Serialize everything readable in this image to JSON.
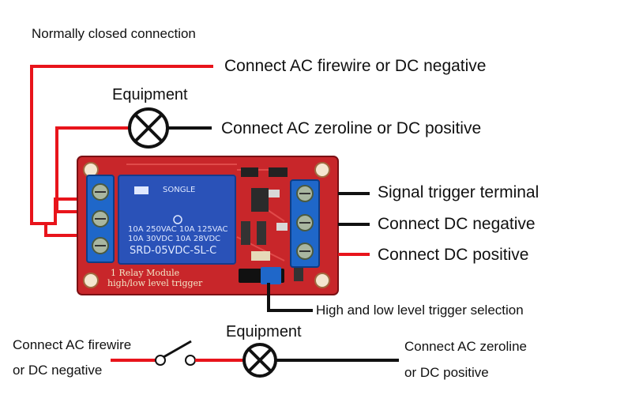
{
  "labels": {
    "normally_closed": "Normally closed connection",
    "ac_firewire_top": "Connect AC firewire or DC negative",
    "equipment_top": "Equipment",
    "ac_zeroline_top": "Connect AC zeroline or DC positive",
    "signal_trigger": "Signal trigger terminal",
    "dc_negative": "Connect DC negative",
    "dc_positive": "Connect DC positive",
    "level_select": "High and low level trigger selection",
    "equipment_bottom": "Equipment",
    "bottom_left_line1": "Connect AC firewire",
    "bottom_left_line2": "or DC negative",
    "bottom_right_line1": "Connect AC zeroline",
    "bottom_right_line2": "or DC positive"
  },
  "board": {
    "relay_brand": "SONGLE",
    "relay_spec1": "10A 250VAC  10A 125VAC",
    "relay_spec2": "10A  30VDC  10A  28VDC",
    "relay_model": "SRD-05VDC-SL-C",
    "module_line1": "1 Relay  Module",
    "module_line2": "high/low level trigger"
  },
  "colors": {
    "wire_red": "#e8141b",
    "wire_black": "#111111",
    "pcb_red": "#c8262a",
    "relay_blue": "#2a52b8",
    "terminal_blue": "#1f67c9"
  }
}
